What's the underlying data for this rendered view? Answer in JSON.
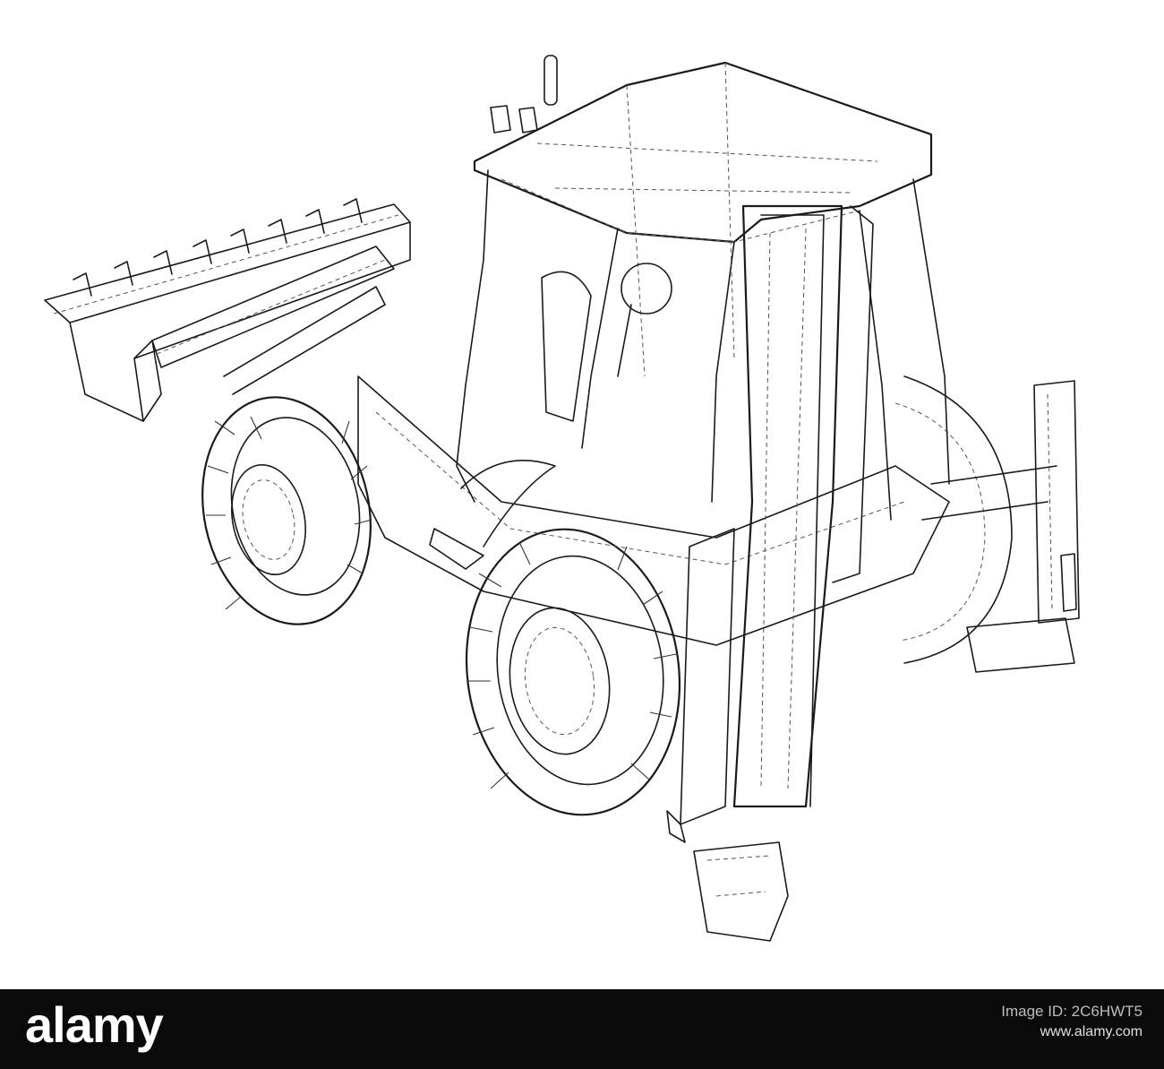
{
  "illustration": {
    "subject": "backhoe-loader-wireframe",
    "stroke_color": "#1a1a1a",
    "background": "#ffffff"
  },
  "footer": {
    "logo_text": "alamy",
    "image_id_label": "Image ID: 2C6HWT5",
    "image_id": "2C6HWT5",
    "site_url": "www.alamy.com",
    "background": "#0a0a0a",
    "text_color": "#ffffff"
  }
}
